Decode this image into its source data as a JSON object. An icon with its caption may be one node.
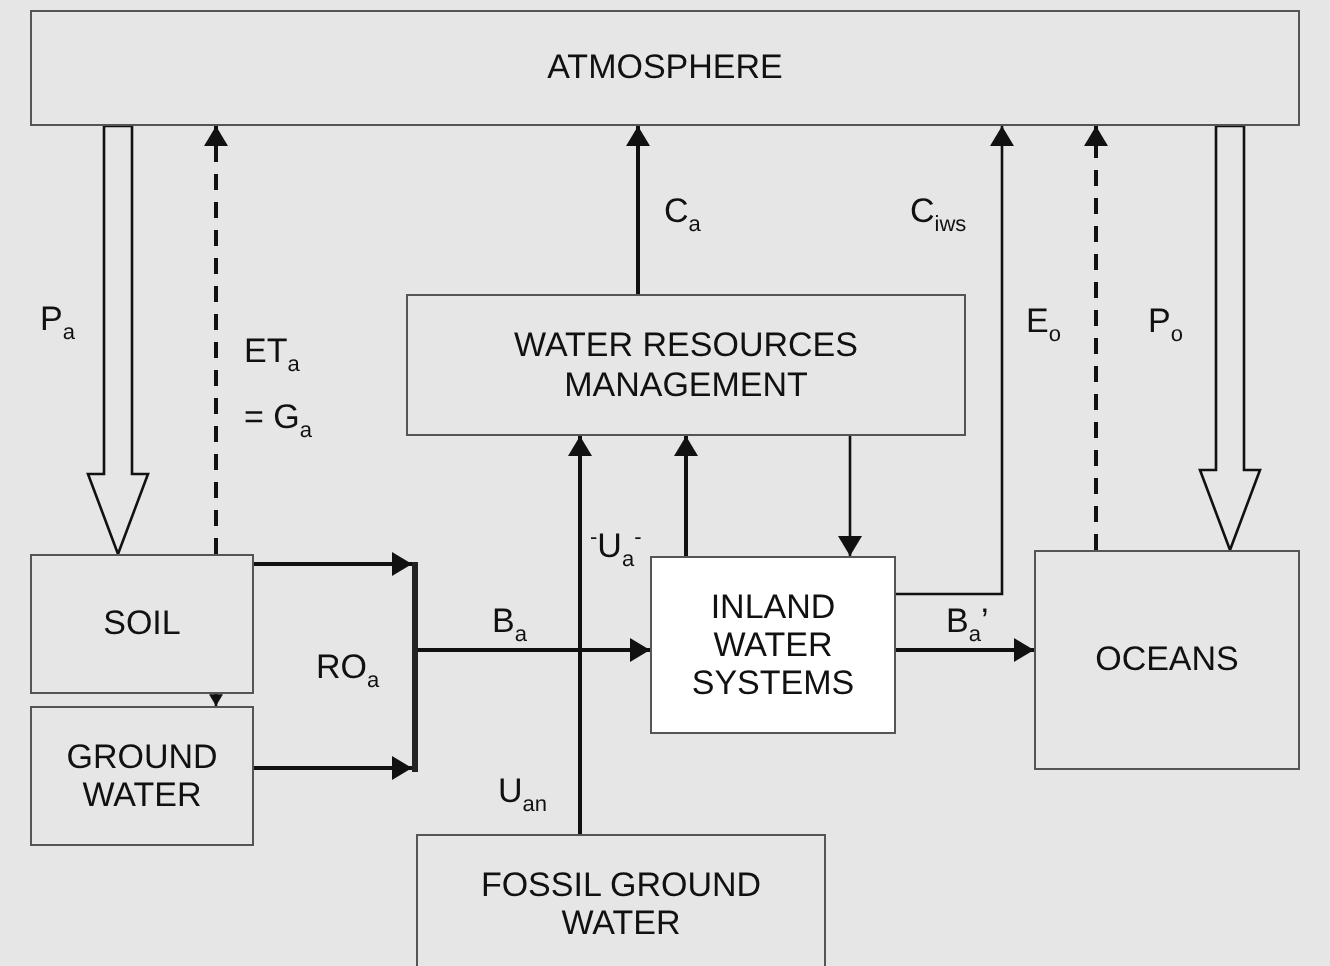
{
  "diagram": {
    "nodes": [
      {
        "text": [
          "ATMOSPHERE"
        ]
      },
      {
        "text": [
          "WATER RESOURCES MANAGEMENT"
        ]
      },
      {
        "text": [
          "SOIL"
        ]
      },
      {
        "text": [
          "GROUND WATER"
        ]
      },
      {
        "text": [
          "INLAND WATER SYSTEMS"
        ]
      },
      {
        "text": [
          "OCEANS"
        ]
      },
      {
        "text": [
          "FOSSIL GROUND WATER"
        ]
      },
      {
        "text": [],
        "shape": "bar",
        "beside": [
          "RO$_{a}$"
        ]
      }
    ],
    "edges": [
      {
        "from": 2,
        "to": 0,
        "arrow": "to",
        "style": "dashed",
        "label": "ET$_{a}$ = G$_{a}$"
      },
      {
        "from": 0,
        "to": 2,
        "arrow": "to",
        "style": "thick",
        "label": "P$_{a}$"
      },
      {
        "from": 1,
        "to": 0,
        "arrow": "to",
        "label": "C$_{a}$"
      },
      {
        "from": 4,
        "to": 0,
        "arrow": "to",
        "label": "C$_{iws}$"
      },
      {
        "from": 5,
        "to": 0,
        "arrow": "to",
        "style": "dashed",
        "label": "E$_{o}$"
      },
      {
        "from": 0,
        "to": 5,
        "arrow": "to",
        "style": "thick",
        "label": "P$_{o}$"
      },
      {
        "from": 2,
        "to": 3,
        "arrow": "to"
      },
      {
        "from": 2,
        "to": 7,
        "arrow": "to"
      },
      {
        "from": 3,
        "to": 7,
        "arrow": "to"
      },
      {
        "from": 7,
        "to": 4,
        "arrow": "to",
        "label": "B$_{a}$"
      },
      {
        "from": 6,
        "to": 1,
        "arrow": "to",
        "label": "U$_{an}$"
      },
      {
        "from": 4,
        "to": 1,
        "arrow": "to",
        "label": "$^{-}$U$_{a}$$^{-}$"
      },
      {
        "from": 1,
        "to": 4,
        "arrow": "to"
      },
      {
        "from": 4,
        "to": 5,
        "arrow": "to",
        "label": "B$_{a}$’"
      }
    ]
  }
}
